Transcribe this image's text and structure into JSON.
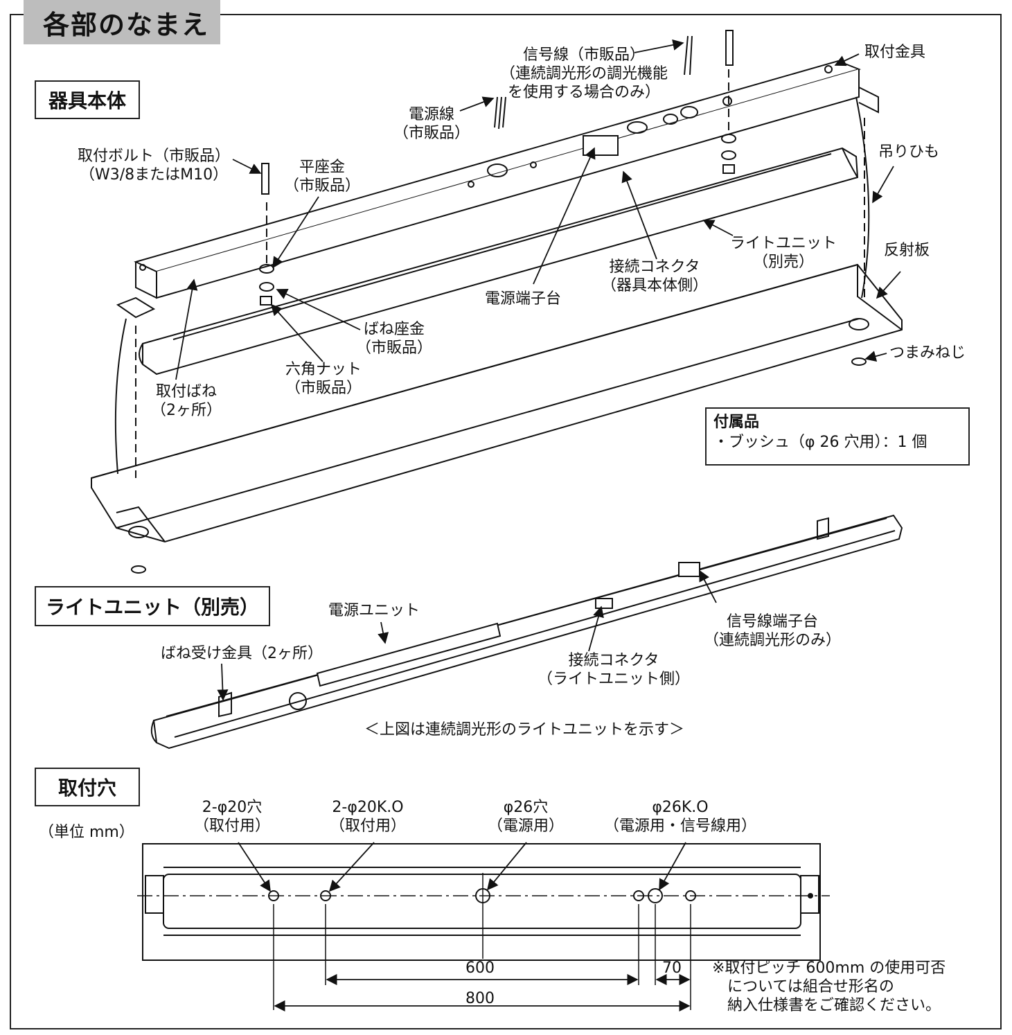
{
  "page_title": "各部のなまえ",
  "sections": {
    "body": "器具本体",
    "light_unit": "ライトユニット（別売）",
    "holes": "取付穴"
  },
  "body_labels": {
    "bracket": "取付金具",
    "signal_wire": "信号線（市販品）\n（連続調光形の調光機能\nを使用する場合のみ）",
    "power_wire": "電源線\n（市販品）",
    "bolt": "取付ボルト（市販品）\n（W3/8またはM10）",
    "flat_washer": "平座金\n（市販品）",
    "hang_cord": "吊りひも",
    "light_unit": "ライトユニット\n（別売）",
    "reflector": "反射板",
    "connector": "接続コネクタ\n（器具本体側）",
    "terminal": "電源端子台",
    "spring_washer": "ばね座金\n（市販品）",
    "knob_screw": "つまみねじ",
    "hex_nut": "六角ナット\n（市販品）",
    "spring": "取付ばね\n（2ヶ所）"
  },
  "accessories": {
    "title": "付属品",
    "item": "・ブッシュ（φ 26 穴用）：1 個"
  },
  "unit_labels": {
    "power_unit": "電源ユニット",
    "signal_terminal": "信号線端子台\n（連続調光形のみ）",
    "spring_receiver": "ばね受け金具（2ヶ所）",
    "connector": "接続コネクタ\n（ライトユニット側）",
    "caption": "＜上図は連続調光形のライトユニットを示す＞"
  },
  "hole_labels": {
    "unit": "（単位 mm）",
    "h1": "2-φ20穴\n（取付用）",
    "h2": "2-φ20K.O\n（取付用）",
    "h3": "φ26穴\n（電源用）",
    "h4": "φ26K.O\n（電源用・信号線用）",
    "dim_600": "600",
    "dim_70": "70",
    "dim_800": "800",
    "note": "※取付ピッチ 600mm の使用可否\n　については組合せ形名の\n　納入仕様書をご確認ください。"
  }
}
